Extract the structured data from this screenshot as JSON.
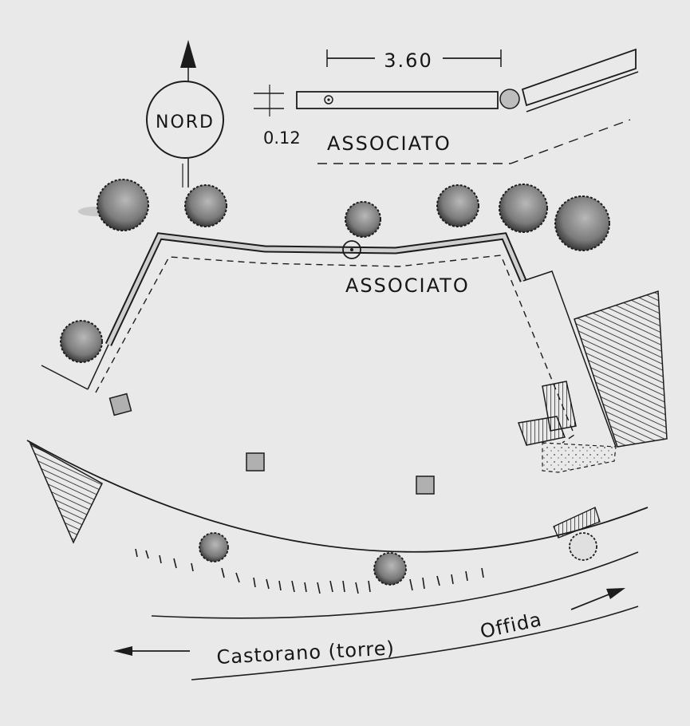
{
  "plan": {
    "north_label": "NORD",
    "dimension_length": "3.60",
    "dimension_height": "0.12",
    "label_associato_top": "ASSOCIATO",
    "label_associato_main": "ASSOCIATO",
    "road_label_left": "Castorano (torre)",
    "road_label_right": "Offida"
  },
  "colors": {
    "background": "#e9e9e9",
    "ink": "#1c1c1c",
    "tree_fill": "#8a8a8a",
    "wall_fill": "#cfcfcf"
  },
  "icons": [
    "north-arrow-icon",
    "tree-icon",
    "lamp-post-icon",
    "arrow-left-icon",
    "arrow-right-icon"
  ]
}
